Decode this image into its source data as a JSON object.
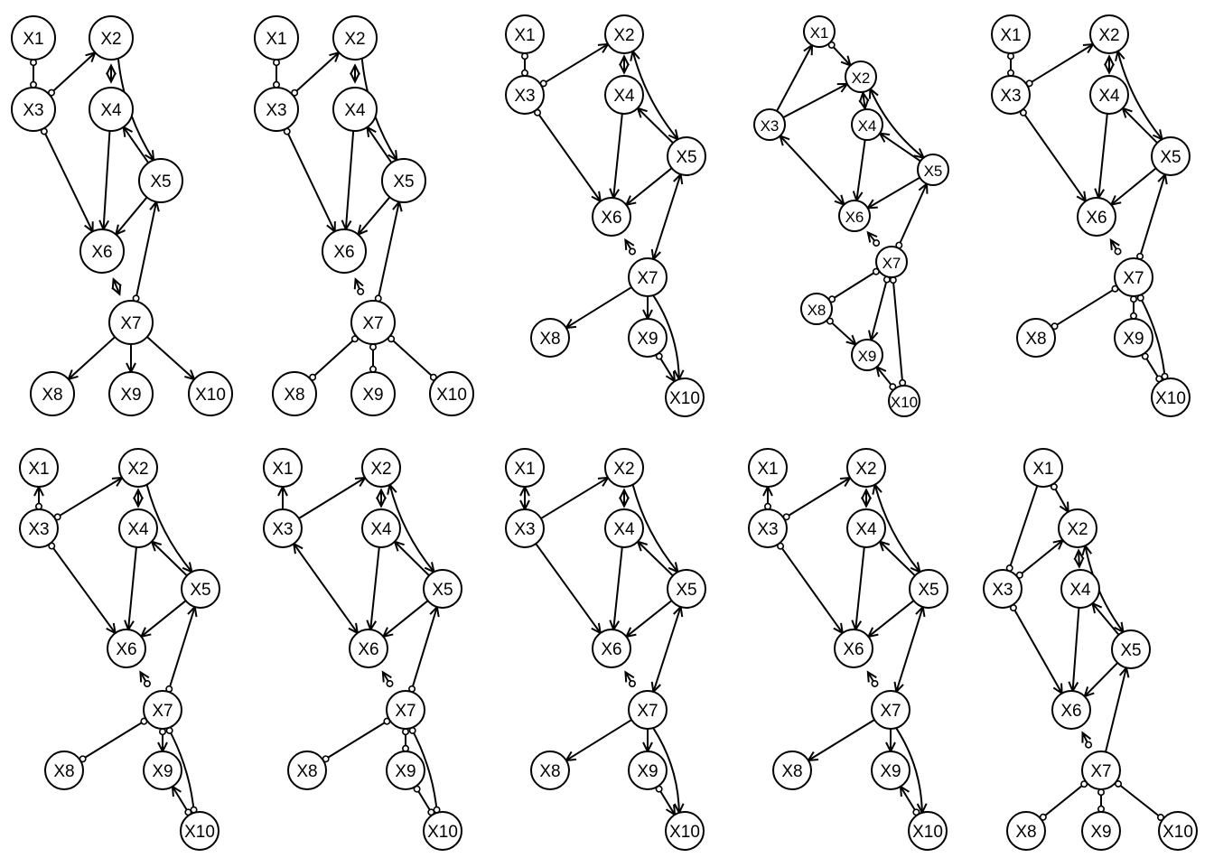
{
  "node_labels": [
    "X1",
    "X2",
    "X3",
    "X4",
    "X5",
    "X6",
    "X7",
    "X8",
    "X9",
    "X10"
  ],
  "graphs": [
    {
      "edges": [
        [
          "X1",
          "X3",
          "circle",
          "circle"
        ],
        [
          "X3",
          "X2",
          "circle",
          "arrow"
        ],
        [
          "X2",
          "X4",
          "arrow",
          "arrow"
        ],
        [
          "X2",
          "X5",
          "none",
          "arrow"
        ],
        [
          "X5",
          "X4",
          "none",
          "arrow"
        ],
        [
          "X3",
          "X6",
          "circle",
          "arrow"
        ],
        [
          "X4",
          "X6",
          "none",
          "arrow"
        ],
        [
          "X5",
          "X6",
          "none",
          "arrow"
        ],
        [
          "X6",
          "X7",
          "arrow",
          "arrow"
        ],
        [
          "X7",
          "X5",
          "circle",
          "arrow"
        ],
        [
          "X7",
          "X8",
          "none",
          "arrow"
        ],
        [
          "X7",
          "X9",
          "none",
          "arrow"
        ],
        [
          "X7",
          "X10",
          "none",
          "arrow"
        ]
      ]
    },
    {
      "edges": [
        [
          "X1",
          "X3",
          "circle",
          "circle"
        ],
        [
          "X3",
          "X2",
          "circle",
          "arrow"
        ],
        [
          "X2",
          "X4",
          "arrow",
          "arrow"
        ],
        [
          "X2",
          "X5",
          "none",
          "arrow"
        ],
        [
          "X5",
          "X4",
          "none",
          "arrow"
        ],
        [
          "X3",
          "X6",
          "circle",
          "arrow"
        ],
        [
          "X4",
          "X6",
          "none",
          "arrow"
        ],
        [
          "X5",
          "X6",
          "none",
          "arrow"
        ],
        [
          "X7",
          "X6",
          "circle",
          "arrow"
        ],
        [
          "X7",
          "X5",
          "circle",
          "arrow"
        ],
        [
          "X7",
          "X8",
          "circle",
          "circle"
        ],
        [
          "X7",
          "X9",
          "circle",
          "circle"
        ],
        [
          "X7",
          "X10",
          "circle",
          "circle"
        ]
      ]
    },
    {
      "edges": [
        [
          "X1",
          "X3",
          "circle",
          "circle"
        ],
        [
          "X3",
          "X2",
          "circle",
          "arrow"
        ],
        [
          "X2",
          "X4",
          "arrow",
          "arrow"
        ],
        [
          "X2",
          "X5",
          "arrow",
          "arrow"
        ],
        [
          "X5",
          "X4",
          "none",
          "arrow"
        ],
        [
          "X3",
          "X6",
          "circle",
          "arrow"
        ],
        [
          "X4",
          "X6",
          "none",
          "arrow"
        ],
        [
          "X5",
          "X6",
          "none",
          "arrow"
        ],
        [
          "X7",
          "X6",
          "circle",
          "arrow"
        ],
        [
          "X5",
          "X7",
          "arrow",
          "arrow"
        ],
        [
          "X7",
          "X8",
          "none",
          "arrow"
        ],
        [
          "X7",
          "X9",
          "none",
          "arrow"
        ],
        [
          "X7",
          "X10",
          "none",
          "arrow"
        ],
        [
          "X9",
          "X10",
          "circle",
          "arrow"
        ]
      ]
    },
    {
      "edges": [
        [
          "X3",
          "X1",
          "none",
          "arrow"
        ],
        [
          "X1",
          "X2",
          "circle",
          "arrow"
        ],
        [
          "X3",
          "X2",
          "none",
          "arrow"
        ],
        [
          "X2",
          "X4",
          "arrow",
          "arrow"
        ],
        [
          "X2",
          "X5",
          "arrow",
          "arrow"
        ],
        [
          "X5",
          "X4",
          "none",
          "arrow"
        ],
        [
          "X3",
          "X6",
          "arrow",
          "arrow"
        ],
        [
          "X4",
          "X6",
          "none",
          "arrow"
        ],
        [
          "X5",
          "X6",
          "none",
          "arrow"
        ],
        [
          "X7",
          "X6",
          "circle",
          "arrow"
        ],
        [
          "X7",
          "X5",
          "circle",
          "arrow"
        ],
        [
          "X7",
          "X8",
          "circle",
          "circle"
        ],
        [
          "X8",
          "X9",
          "circle",
          "arrow"
        ],
        [
          "X7",
          "X9",
          "circle",
          "arrow"
        ],
        [
          "X7",
          "X10",
          "circle",
          "circle"
        ],
        [
          "X10",
          "X9",
          "circle",
          "arrow"
        ]
      ]
    },
    {
      "edges": [
        [
          "X1",
          "X3",
          "circle",
          "circle"
        ],
        [
          "X3",
          "X2",
          "circle",
          "arrow"
        ],
        [
          "X2",
          "X4",
          "arrow",
          "arrow"
        ],
        [
          "X2",
          "X5",
          "arrow",
          "arrow"
        ],
        [
          "X5",
          "X4",
          "none",
          "arrow"
        ],
        [
          "X3",
          "X6",
          "circle",
          "arrow"
        ],
        [
          "X4",
          "X6",
          "none",
          "arrow"
        ],
        [
          "X5",
          "X6",
          "none",
          "arrow"
        ],
        [
          "X7",
          "X6",
          "circle",
          "arrow"
        ],
        [
          "X7",
          "X5",
          "circle",
          "arrow"
        ],
        [
          "X7",
          "X8",
          "circle",
          "circle"
        ],
        [
          "X7",
          "X9",
          "circle",
          "circle"
        ],
        [
          "X7",
          "X10",
          "circle",
          "circle"
        ],
        [
          "X9",
          "X10",
          "circle",
          "circle"
        ]
      ]
    },
    {
      "edges": [
        [
          "X3",
          "X1",
          "circle",
          "arrow"
        ],
        [
          "X3",
          "X2",
          "circle",
          "arrow"
        ],
        [
          "X2",
          "X4",
          "arrow",
          "arrow"
        ],
        [
          "X2",
          "X5",
          "none",
          "arrow"
        ],
        [
          "X5",
          "X4",
          "none",
          "arrow"
        ],
        [
          "X3",
          "X6",
          "circle",
          "arrow"
        ],
        [
          "X4",
          "X6",
          "none",
          "arrow"
        ],
        [
          "X5",
          "X6",
          "none",
          "arrow"
        ],
        [
          "X7",
          "X6",
          "circle",
          "arrow"
        ],
        [
          "X7",
          "X5",
          "circle",
          "arrow"
        ],
        [
          "X7",
          "X8",
          "circle",
          "circle"
        ],
        [
          "X7",
          "X9",
          "circle",
          "arrow"
        ],
        [
          "X7",
          "X10",
          "circle",
          "circle"
        ],
        [
          "X10",
          "X9",
          "circle",
          "arrow"
        ]
      ]
    },
    {
      "edges": [
        [
          "X3",
          "X1",
          "none",
          "arrow"
        ],
        [
          "X3",
          "X2",
          "none",
          "arrow"
        ],
        [
          "X2",
          "X4",
          "arrow",
          "arrow"
        ],
        [
          "X2",
          "X5",
          "arrow",
          "arrow"
        ],
        [
          "X5",
          "X4",
          "none",
          "arrow"
        ],
        [
          "X3",
          "X6",
          "arrow",
          "arrow"
        ],
        [
          "X4",
          "X6",
          "none",
          "arrow"
        ],
        [
          "X5",
          "X6",
          "none",
          "arrow"
        ],
        [
          "X7",
          "X6",
          "circle",
          "arrow"
        ],
        [
          "X7",
          "X5",
          "circle",
          "arrow"
        ],
        [
          "X7",
          "X8",
          "circle",
          "circle"
        ],
        [
          "X7",
          "X9",
          "circle",
          "circle"
        ],
        [
          "X7",
          "X10",
          "circle",
          "circle"
        ],
        [
          "X9",
          "X10",
          "circle",
          "circle"
        ]
      ]
    },
    {
      "edges": [
        [
          "X1",
          "X3",
          "arrow",
          "arrow"
        ],
        [
          "X3",
          "X2",
          "none",
          "arrow"
        ],
        [
          "X2",
          "X4",
          "arrow",
          "arrow"
        ],
        [
          "X2",
          "X5",
          "none",
          "arrow"
        ],
        [
          "X5",
          "X4",
          "none",
          "arrow"
        ],
        [
          "X3",
          "X6",
          "none",
          "arrow"
        ],
        [
          "X4",
          "X6",
          "none",
          "arrow"
        ],
        [
          "X5",
          "X6",
          "none",
          "arrow"
        ],
        [
          "X7",
          "X6",
          "circle",
          "arrow"
        ],
        [
          "X5",
          "X7",
          "arrow",
          "arrow"
        ],
        [
          "X7",
          "X8",
          "none",
          "arrow"
        ],
        [
          "X7",
          "X9",
          "none",
          "arrow"
        ],
        [
          "X7",
          "X10",
          "none",
          "arrow"
        ],
        [
          "X9",
          "X10",
          "circle",
          "arrow"
        ]
      ]
    },
    {
      "edges": [
        [
          "X3",
          "X1",
          "circle",
          "arrow"
        ],
        [
          "X3",
          "X2",
          "circle",
          "arrow"
        ],
        [
          "X2",
          "X4",
          "arrow",
          "arrow"
        ],
        [
          "X2",
          "X5",
          "arrow",
          "arrow"
        ],
        [
          "X5",
          "X4",
          "none",
          "arrow"
        ],
        [
          "X3",
          "X6",
          "circle",
          "arrow"
        ],
        [
          "X4",
          "X6",
          "none",
          "arrow"
        ],
        [
          "X5",
          "X6",
          "none",
          "arrow"
        ],
        [
          "X7",
          "X6",
          "circle",
          "arrow"
        ],
        [
          "X5",
          "X7",
          "arrow",
          "arrow"
        ],
        [
          "X7",
          "X8",
          "none",
          "arrow"
        ],
        [
          "X7",
          "X9",
          "none",
          "arrow"
        ],
        [
          "X7",
          "X10",
          "none",
          "arrow"
        ],
        [
          "X10",
          "X9",
          "circle",
          "arrow"
        ]
      ]
    },
    {
      "edges": [
        [
          "X1",
          "X2",
          "circle",
          "arrow"
        ],
        [
          "X3",
          "X1",
          "circle",
          "none"
        ],
        [
          "X3",
          "X2",
          "circle",
          "arrow"
        ],
        [
          "X2",
          "X4",
          "arrow",
          "arrow"
        ],
        [
          "X2",
          "X5",
          "arrow",
          "arrow"
        ],
        [
          "X5",
          "X4",
          "none",
          "arrow"
        ],
        [
          "X3",
          "X6",
          "circle",
          "arrow"
        ],
        [
          "X4",
          "X6",
          "none",
          "arrow"
        ],
        [
          "X5",
          "X6",
          "none",
          "arrow"
        ],
        [
          "X7",
          "X6",
          "circle",
          "arrow"
        ],
        [
          "X7",
          "X5",
          "none",
          "arrow"
        ],
        [
          "X7",
          "X8",
          "circle",
          "circle"
        ],
        [
          "X7",
          "X9",
          "circle",
          "circle"
        ],
        [
          "X7",
          "X10",
          "circle",
          "circle"
        ]
      ]
    }
  ]
}
